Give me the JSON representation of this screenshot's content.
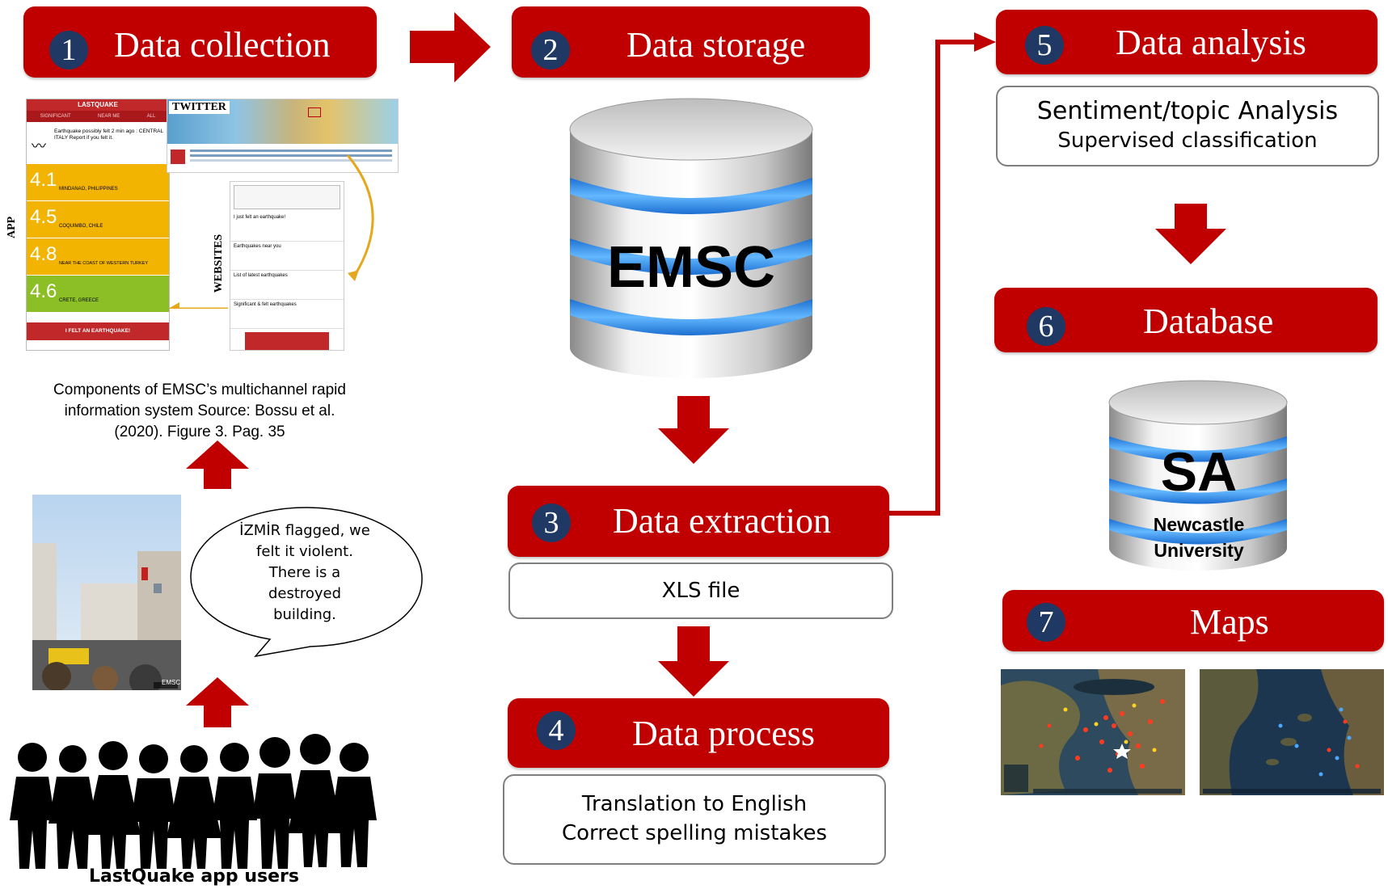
{
  "steps": [
    {
      "num": "1",
      "title": "Data collection"
    },
    {
      "num": "2",
      "title": "Data storage"
    },
    {
      "num": "3",
      "title": "Data extraction"
    },
    {
      "num": "4",
      "title": "Data process"
    },
    {
      "num": "5",
      "title": "Data analysis"
    },
    {
      "num": "6",
      "title": "Database"
    },
    {
      "num": "7",
      "title": "Maps"
    }
  ],
  "analysis_box": {
    "line1": "Sentiment/topic  Analysis",
    "line2": "Supervised classification"
  },
  "extraction_box": {
    "line1": "XLS  file"
  },
  "process_box": {
    "line1": "Translation to English",
    "line2": "Correct spelling mistakes"
  },
  "emsc_db": {
    "label": "EMSC"
  },
  "sa_db": {
    "label": "SA",
    "sub1": "Newcastle",
    "sub2": "University"
  },
  "collection": {
    "caption_line1": "Components of EMSC’s  multichannel rapid",
    "caption_line2": "information system Source: Bossu et al.",
    "caption_line3": "(2020). Figure 3. Pag. 35",
    "app_label": "APP",
    "twitter_label": "TWITTER",
    "websites_label": "WEBSITES",
    "app_title": "LASTQUAKE",
    "app_tabs": [
      "SIGNIFICANT",
      "NEAR ME",
      "ALL"
    ],
    "app_notice": "Earthquake possibly felt 2 min ago : CENTRAL ITALY Report if you felt it.",
    "quakes": [
      {
        "mag": "4.1",
        "place": "MINDANAO, PHILIPPINES",
        "color": "#f2b400"
      },
      {
        "mag": "4.5",
        "place": "COQUIMBO, CHILE",
        "color": "#f2b400"
      },
      {
        "mag": "4.8",
        "place": "NEAR THE COAST OF WESTERN TURKEY",
        "color": "#f2b400"
      },
      {
        "mag": "4.6",
        "place": "CRETE, GREECE",
        "color": "#8cbf26"
      }
    ],
    "app_button": "I FELT AN EARTHQUAKE!",
    "web_items": [
      "I just felt an earthquake!",
      "Earthquakes near you",
      "List of latest earthquakes",
      "Significant & felt earthquakes"
    ],
    "speech_lines": [
      "İZMİR flagged, we",
      "felt it violent.",
      "There is a",
      "destroyed",
      "building."
    ],
    "photo_tag": "EMSC",
    "users_label": "LastQuake app users"
  },
  "colors": {
    "step_red": "#c00000",
    "num_blue": "#1f3864",
    "db_blue": "#3a9bf0"
  }
}
